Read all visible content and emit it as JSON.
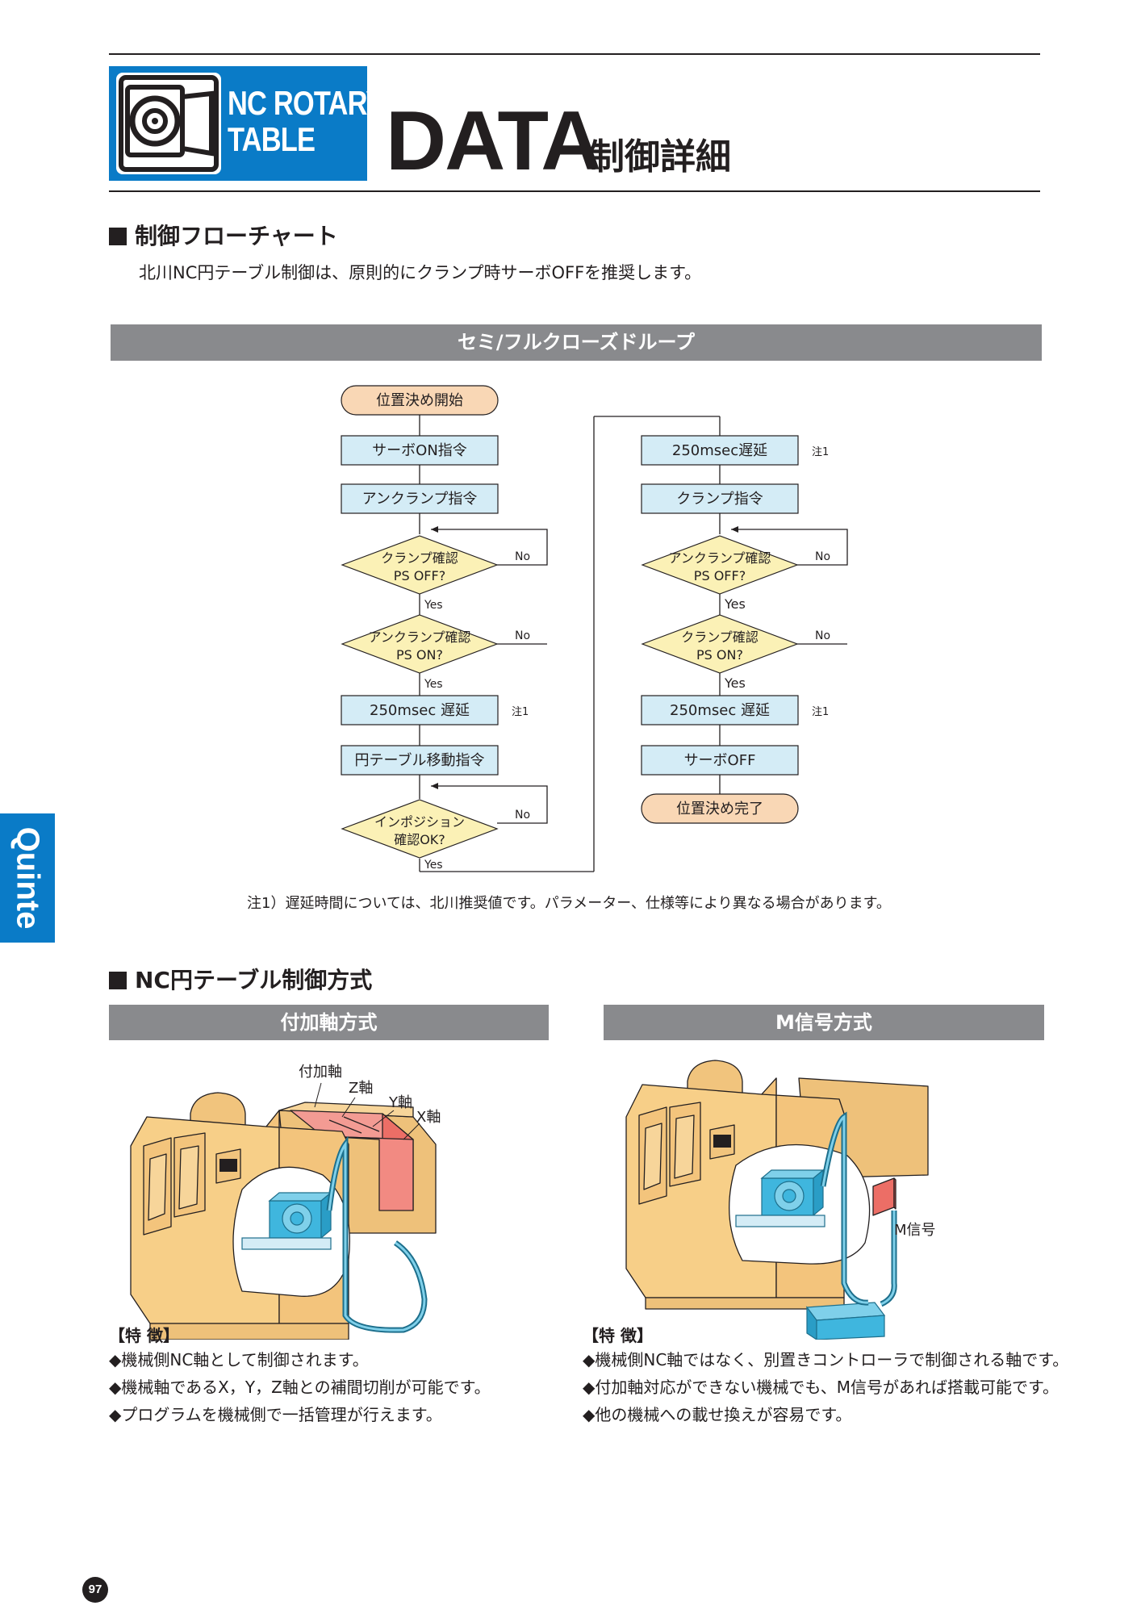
{
  "header": {
    "logo_line1": "NC ROTARY",
    "logo_line2": "TABLE",
    "title": "DATA",
    "subtitle": "制御詳細"
  },
  "section1": {
    "title": "制御フローチャート",
    "lead": "北川NC円テーブル制御は、原則的にクランプ時サーボOFFを推奨します。",
    "bar_label": "セミ/フルクローズドループ"
  },
  "flow": {
    "start": "位置決め開始",
    "servo_on": "サーボON指令",
    "unclamp_cmd": "アンクランプ指令",
    "d1_line1": "クランプ確認",
    "d1_line2": "PS OFF?",
    "d2_line1": "アンクランプ確認",
    "d2_line2": "PS ON?",
    "delay_a": "250msec 遅延",
    "move_cmd": "円テーブル移動指令",
    "d3_line1": "インポジション",
    "d3_line2": "確認OK?",
    "delay_b": "250msec遅延",
    "clamp_cmd": "クランプ指令",
    "d4_line1": "アンクランプ確認",
    "d4_line2": "PS OFF?",
    "d5_line1": "クランプ確認",
    "d5_line2": "PS ON?",
    "delay_c": "250msec 遅延",
    "servo_off": "サーボOFF",
    "end": "位置決め完了",
    "yes": "Yes",
    "no": "No",
    "note_mark": "注1"
  },
  "note1": "注1）遅延時間については、北川推奨値です。パラメーター、仕様等により異なる場合があります。",
  "section2": {
    "title": "NC円テーブル制御方式",
    "left": {
      "bar_label": "付加軸方式",
      "labels": {
        "add_axis": "付加軸",
        "z": "Z軸",
        "y": "Y軸",
        "x": "X軸"
      },
      "feature_head": "【特 徴】",
      "features": [
        "◆機械側NC軸として制御されます。",
        "◆機械軸であるX，Y，Z軸との補間切削が可能です。",
        "◆プログラムを機械側で一括管理が行えます。"
      ]
    },
    "right": {
      "bar_label": "M信号方式",
      "labels": {
        "m_signal": "M信号"
      },
      "feature_head": "【特 徴】",
      "features": [
        "◆機械側NC軸ではなく、別置きコントローラで制御される軸です。",
        "◆付加軸対応ができない機械でも、M信号があれば搭載可能です。",
        "◆他の機械への載せ換えが容易です。"
      ]
    }
  },
  "side_tab": "Quinte",
  "page_number": "97",
  "colors": {
    "brand_blue": "#0a7bc7",
    "bar_gray": "#898a8d",
    "process_fill": "#d4ecf6",
    "terminal_fill": "#f9d7b5",
    "decision_fill": "#fbf1b6",
    "machine_fill": "#f7cf88",
    "axis_red": "#ef7b72",
    "table_cyan": "#3fb6de"
  }
}
